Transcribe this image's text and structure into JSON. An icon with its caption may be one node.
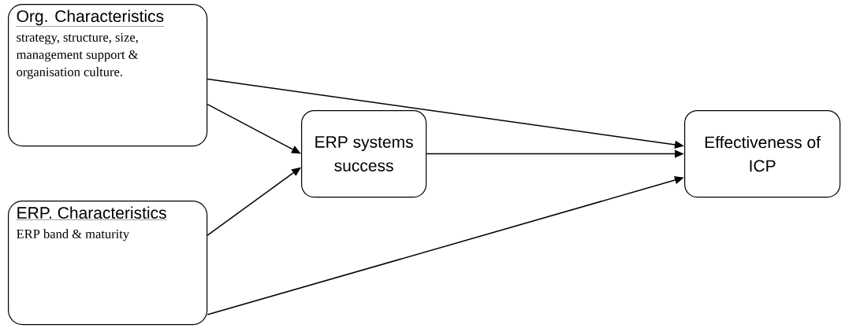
{
  "diagram": {
    "nodes": [
      {
        "text": [
          "Org. Characteristics",
          "strategy, structure, size, management support & organisation culture."
        ]
      },
      {
        "text": [
          "ERP. Characteristics",
          "ERP band & maturity"
        ]
      },
      {
        "text": [
          "ERP systems success"
        ]
      },
      {
        "text": [
          "Effectiveness of ICP"
        ]
      }
    ],
    "edges": [
      {
        "from": 0,
        "to": 3,
        "arrow": "to"
      },
      {
        "from": 0,
        "to": 2,
        "arrow": "to"
      },
      {
        "from": 1,
        "to": 2,
        "arrow": "to"
      },
      {
        "from": 2,
        "to": 3,
        "arrow": "to"
      },
      {
        "from": 1,
        "to": 3,
        "arrow": "to"
      }
    ]
  }
}
